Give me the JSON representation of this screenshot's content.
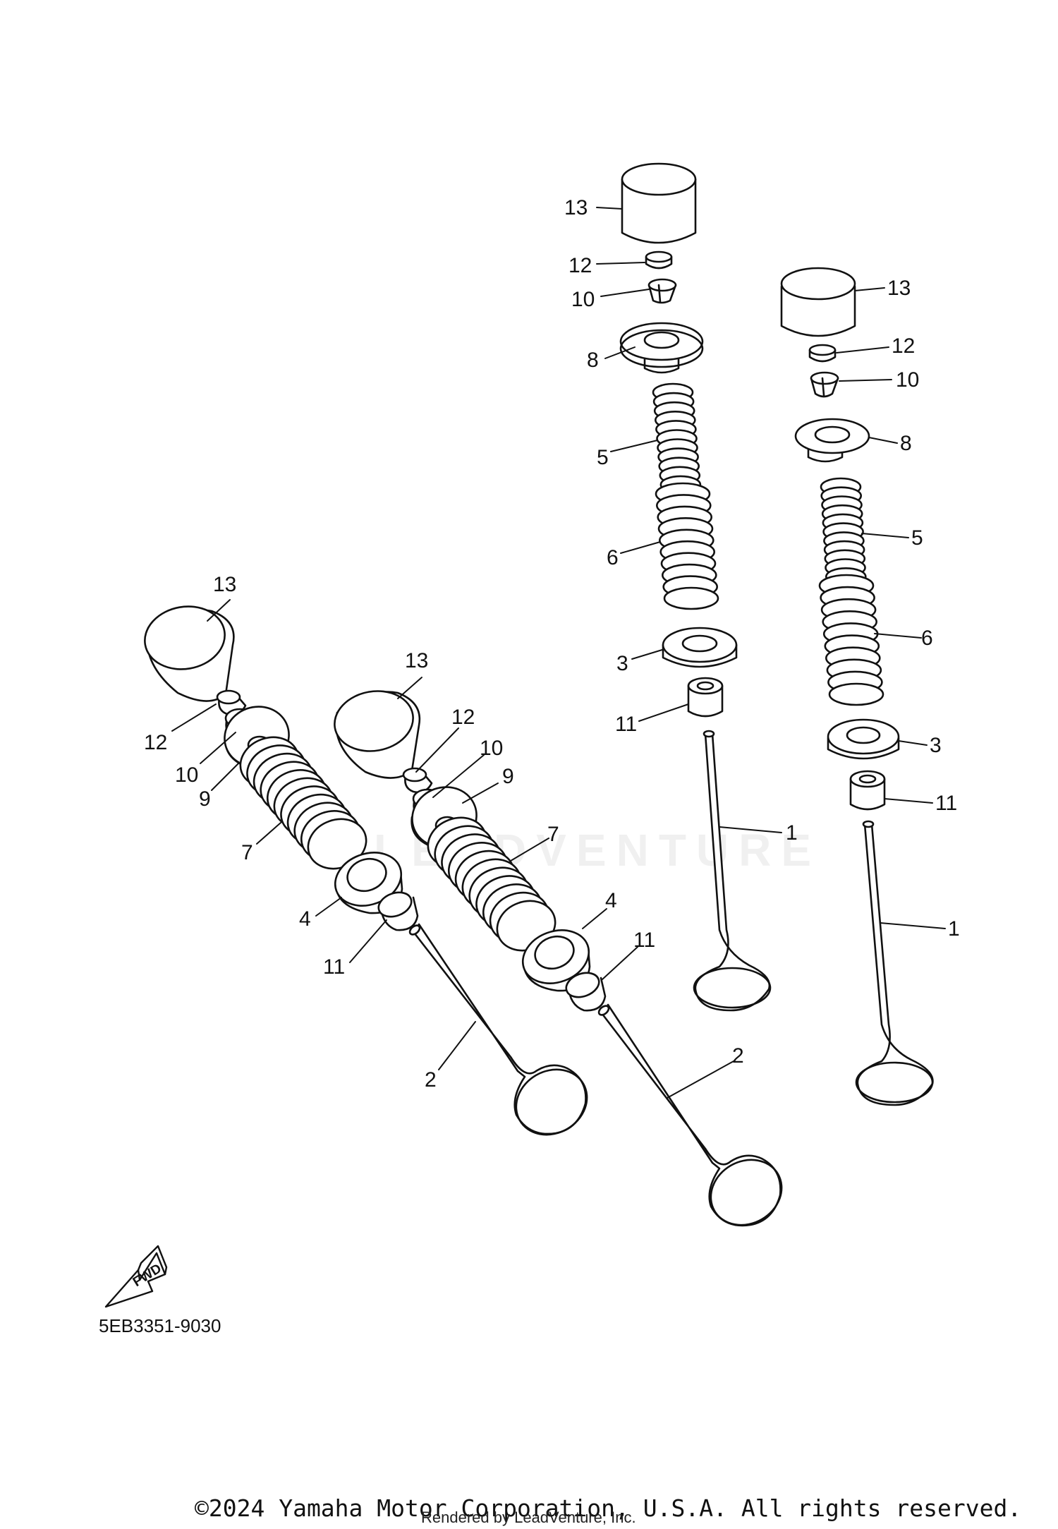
{
  "figure": {
    "code": "5EB3351-9030",
    "fwd_label": "FWD",
    "watermark": "LEADVENTURE"
  },
  "callouts": {
    "ex_a": [
      "13",
      "12",
      "10",
      "8",
      "5",
      "6",
      "3",
      "11",
      "1"
    ],
    "ex_b": [
      "13",
      "12",
      "10",
      "8",
      "5",
      "6",
      "3",
      "11",
      "1"
    ],
    "in_a": [
      "13",
      "12",
      "10",
      "9",
      "7",
      "4",
      "11",
      "2"
    ],
    "in_b": [
      "13",
      "12",
      "10",
      "9",
      "7",
      "4",
      "11",
      "2"
    ]
  },
  "footer": {
    "copyright": "©2024 Yamaha Motor Corporation, U.S.A. All rights reserved.",
    "rendered_by": "Rendered by LeadVenture, Inc."
  },
  "colors": {
    "ink": "#111111"
  }
}
